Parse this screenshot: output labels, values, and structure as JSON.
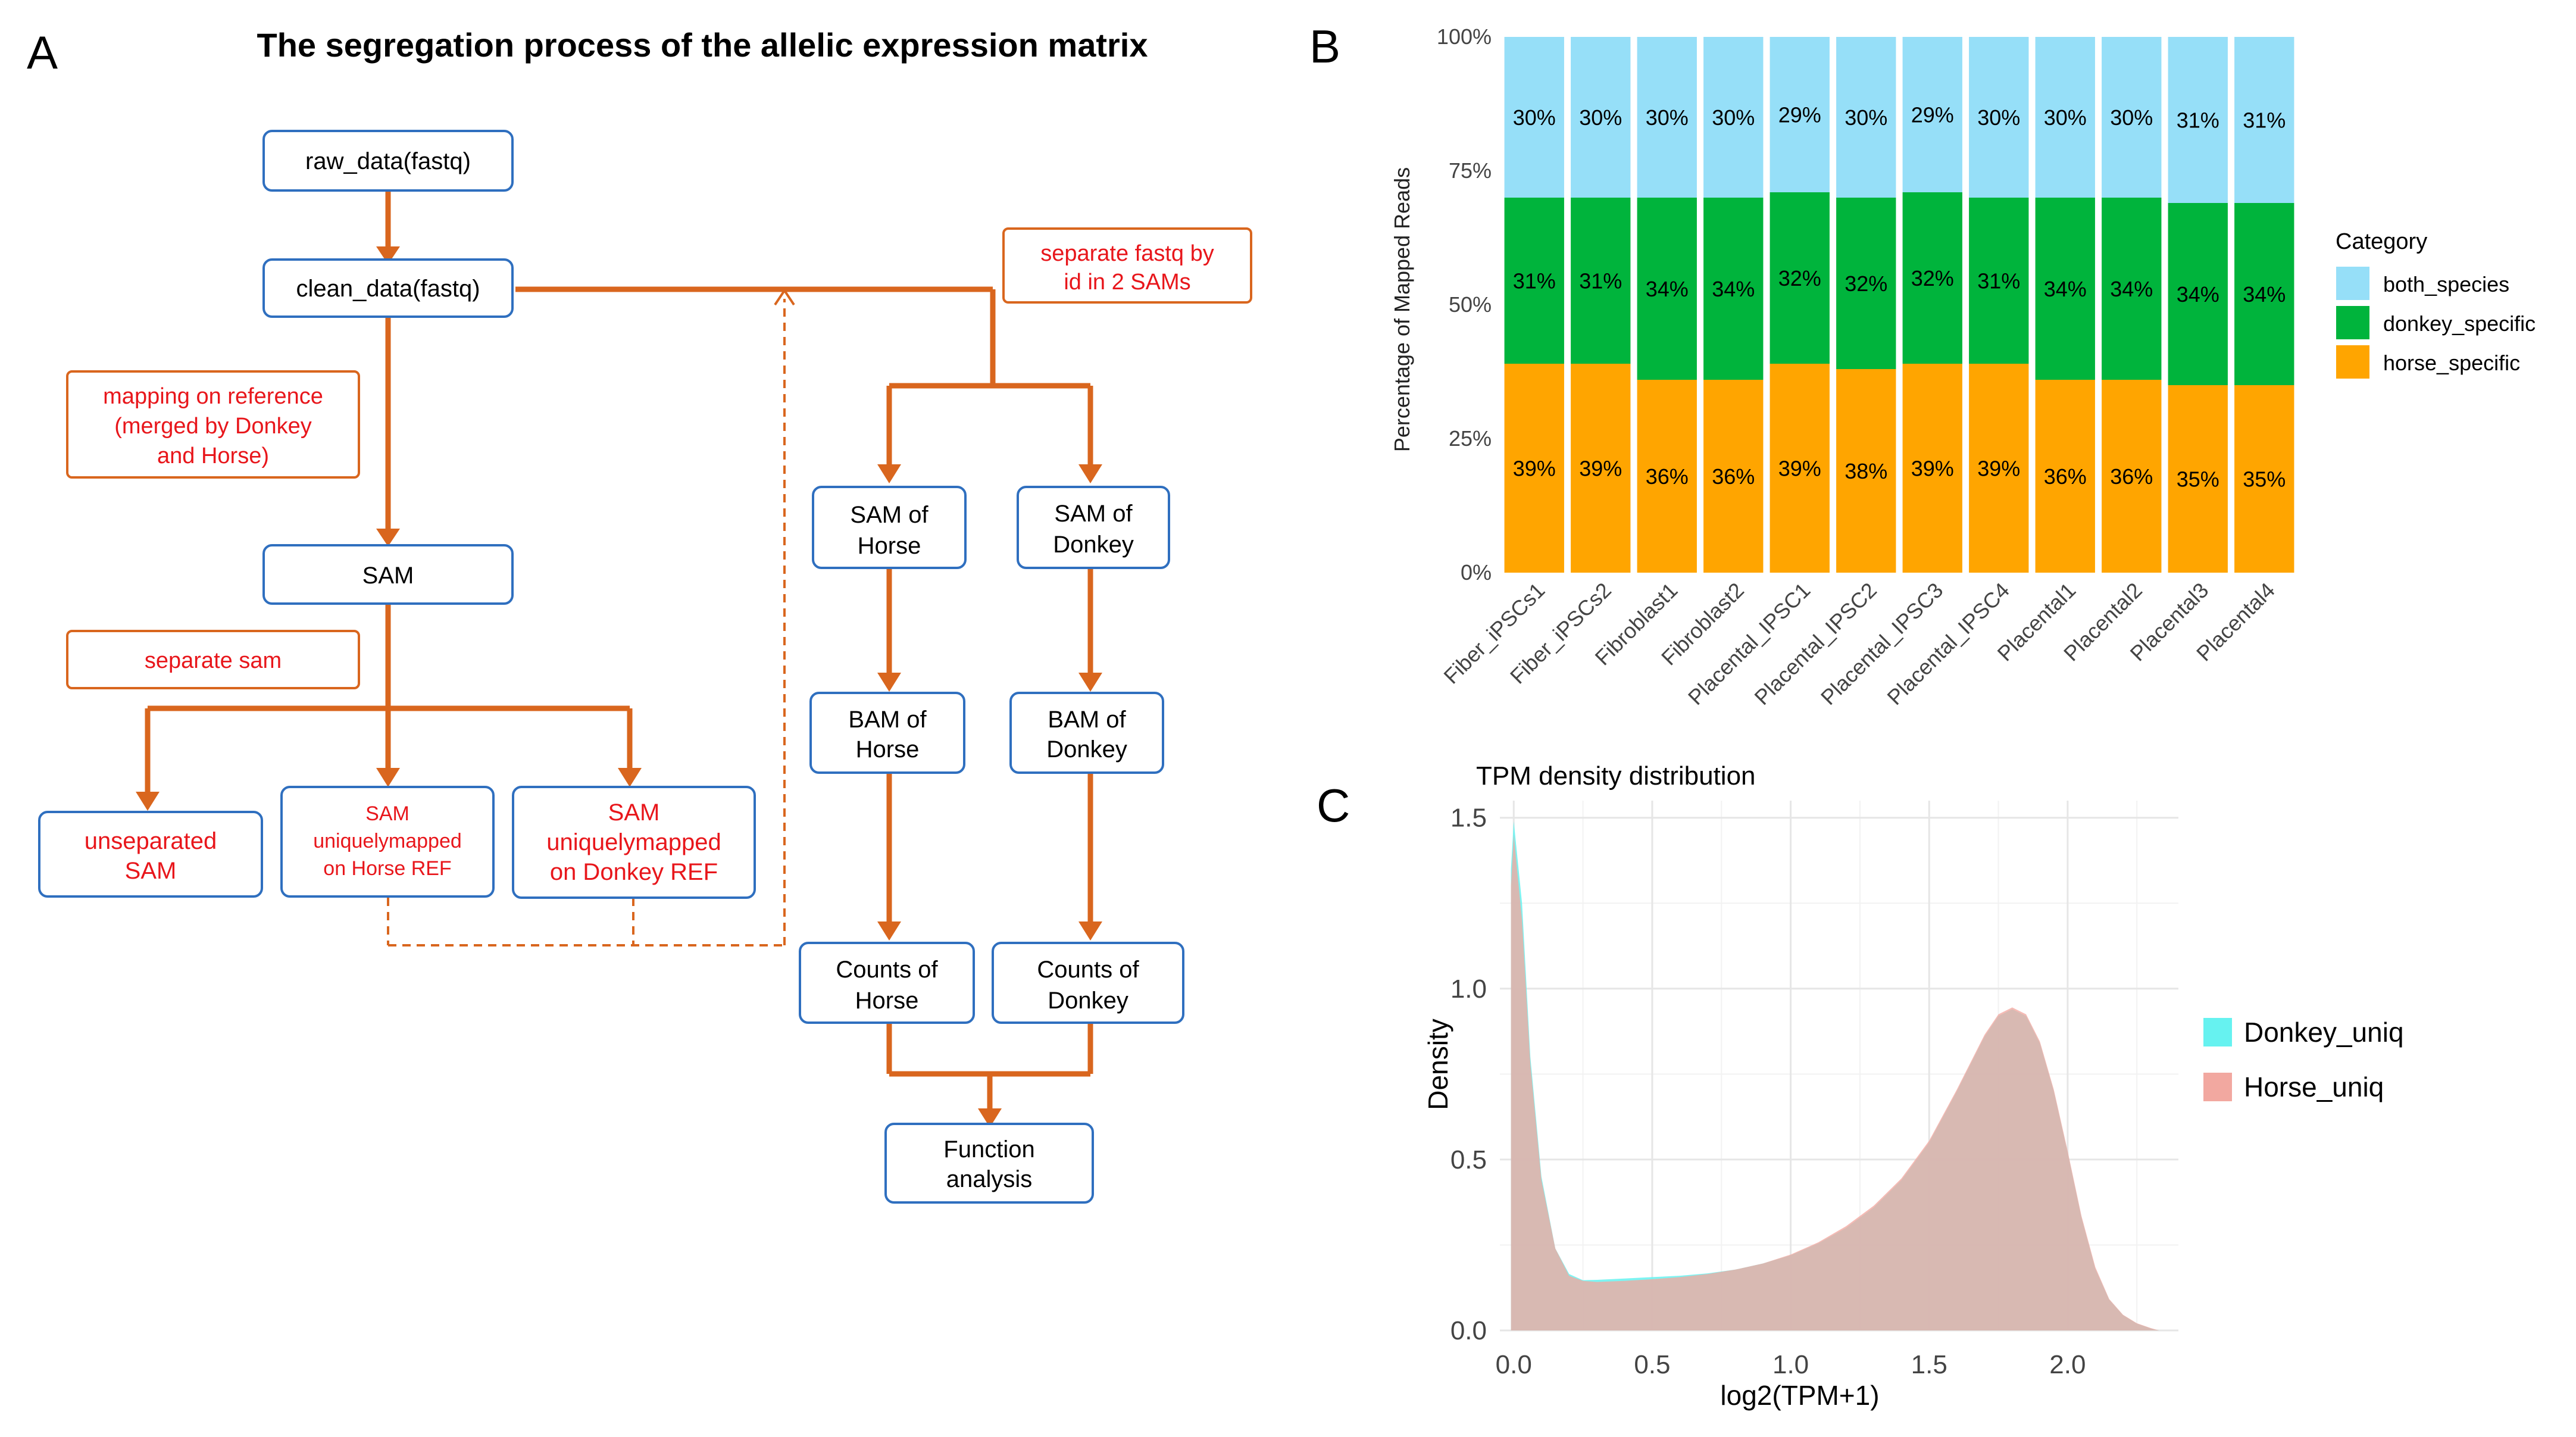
{
  "colors": {
    "box_border": "#2f6fbf",
    "arrow": "#d9661e",
    "red_text": "#e8161b",
    "both_species": "#96dff8",
    "donkey_specific": "#00b43c",
    "horse_specific": "#ffa500",
    "donkey_uniq": "#66f2f0",
    "horse_uniq": "#f2a8a0",
    "overlap": "#c9a3a1"
  },
  "panel_a": {
    "letter": "A",
    "title": "The segregation process of the allelic expression matrix",
    "nodes": {
      "raw_data": "raw_data(fastq)",
      "clean_data": "clean_data(fastq)",
      "sam": "SAM",
      "unseparated": [
        "unseparated",
        "SAM"
      ],
      "sam_horse_ref": [
        "SAM",
        "uniquelymapped",
        "on Horse REF"
      ],
      "sam_donkey_ref": [
        "SAM",
        "uniquelymapped",
        "on Donkey REF"
      ],
      "sam_of_horse": [
        "SAM of",
        "Horse"
      ],
      "sam_of_donkey": [
        "SAM of",
        "Donkey"
      ],
      "bam_of_horse": [
        "BAM of",
        "Horse"
      ],
      "bam_of_donkey": [
        "BAM of",
        "Donkey"
      ],
      "counts_of_horse": [
        "Counts of",
        "Horse"
      ],
      "counts_of_donkey": [
        "Counts of",
        "Donkey"
      ],
      "function_analysis": [
        "Function",
        "analysis"
      ]
    },
    "notes": {
      "mapping": [
        "mapping on reference",
        "(merged by Donkey",
        "and Horse)"
      ],
      "separate_sam": "separate sam",
      "separate_fastq": [
        "separate fastq by",
        "id in 2 SAMs"
      ]
    }
  },
  "panel_b": {
    "letter": "B",
    "chart_data": {
      "type": "bar",
      "stacked": true,
      "categories": [
        "Fiber_iPSCs1",
        "Fiber_iPSCs2",
        "Fibroblast1",
        "Fibroblast2",
        "Placental_IPSC1",
        "Placental_IPSC2",
        "Placental_IPSC3",
        "Placental_IPSC4",
        "Placental1",
        "Placental2",
        "Placental3",
        "Placental4"
      ],
      "series": [
        {
          "name": "horse_specific",
          "values": [
            39,
            39,
            36,
            36,
            39,
            38,
            39,
            39,
            36,
            36,
            35,
            35
          ],
          "labels": [
            "39%",
            "39%",
            "36%",
            "36%",
            "39%",
            "38%",
            "39%",
            "39%",
            "36%",
            "36%",
            "35%",
            "35%"
          ]
        },
        {
          "name": "donkey_specific",
          "values": [
            31,
            31,
            34,
            34,
            32,
            32,
            32,
            31,
            34,
            34,
            34,
            34
          ],
          "labels": [
            "31%",
            "31%",
            "34%",
            "34%",
            "32%",
            "32%",
            "32%",
            "31%",
            "34%",
            "34%",
            "34%",
            "34%"
          ]
        },
        {
          "name": "both_species",
          "values": [
            30,
            30,
            30,
            30,
            29,
            30,
            29,
            30,
            30,
            30,
            31,
            31
          ],
          "labels": [
            "30%",
            "30%",
            "30%",
            "30%",
            "29%",
            "30%",
            "29%",
            "30%",
            "30%",
            "30%",
            "31%",
            "31%"
          ]
        }
      ],
      "ylabel": "Percentage of Mapped Reads",
      "yticks": [
        "0%",
        "25%",
        "50%",
        "75%",
        "100%"
      ],
      "ylim": [
        0,
        100
      ],
      "legend_title": "Category",
      "legend_entries": [
        "both_species",
        "donkey_specific",
        "horse_specific"
      ],
      "legend_position": "right"
    }
  },
  "panel_c": {
    "letter": "C",
    "chart_data": {
      "type": "area",
      "title": "TPM density distribution",
      "xlabel": "log2(TPM+1)",
      "ylabel": "Density",
      "xlim": [
        -0.05,
        2.4
      ],
      "ylim": [
        0,
        1.55
      ],
      "xticks": [
        "0.0",
        "0.5",
        "1.0",
        "1.5",
        "2.0"
      ],
      "yticks": [
        "0.0",
        "0.5",
        "1.0",
        "1.5"
      ],
      "grid": true,
      "legend_position": "right",
      "series": [
        {
          "name": "Donkey_uniq",
          "x": [
            -0.01,
            0.0,
            0.03,
            0.06,
            0.1,
            0.15,
            0.2,
            0.25,
            0.3,
            0.4,
            0.5,
            0.6,
            0.7,
            0.8,
            0.9,
            1.0,
            1.1,
            1.2,
            1.3,
            1.4,
            1.5,
            1.6,
            1.7,
            1.75,
            1.8,
            1.85,
            1.9,
            1.95,
            2.0,
            2.05,
            2.1,
            2.15,
            2.2,
            2.25,
            2.3,
            2.33
          ],
          "y": [
            1.35,
            1.49,
            1.25,
            0.8,
            0.45,
            0.24,
            0.165,
            0.147,
            0.148,
            0.152,
            0.156,
            0.16,
            0.167,
            0.178,
            0.196,
            0.22,
            0.255,
            0.3,
            0.36,
            0.44,
            0.55,
            0.7,
            0.86,
            0.92,
            0.94,
            0.92,
            0.84,
            0.7,
            0.52,
            0.33,
            0.18,
            0.09,
            0.045,
            0.02,
            0.006,
            0.0
          ]
        },
        {
          "name": "Horse_uniq",
          "x": [
            -0.01,
            0.0,
            0.03,
            0.06,
            0.1,
            0.15,
            0.2,
            0.25,
            0.3,
            0.4,
            0.5,
            0.6,
            0.7,
            0.8,
            0.9,
            1.0,
            1.1,
            1.2,
            1.3,
            1.4,
            1.5,
            1.6,
            1.7,
            1.75,
            1.8,
            1.85,
            1.9,
            1.95,
            2.0,
            2.05,
            2.1,
            2.15,
            2.2,
            2.25,
            2.3,
            2.33
          ],
          "y": [
            1.3,
            1.45,
            1.2,
            0.78,
            0.44,
            0.24,
            0.16,
            0.145,
            0.142,
            0.145,
            0.15,
            0.156,
            0.165,
            0.178,
            0.196,
            0.222,
            0.258,
            0.305,
            0.365,
            0.445,
            0.555,
            0.705,
            0.865,
            0.925,
            0.945,
            0.925,
            0.845,
            0.705,
            0.525,
            0.335,
            0.185,
            0.092,
            0.046,
            0.021,
            0.007,
            0.0
          ]
        }
      ]
    }
  }
}
